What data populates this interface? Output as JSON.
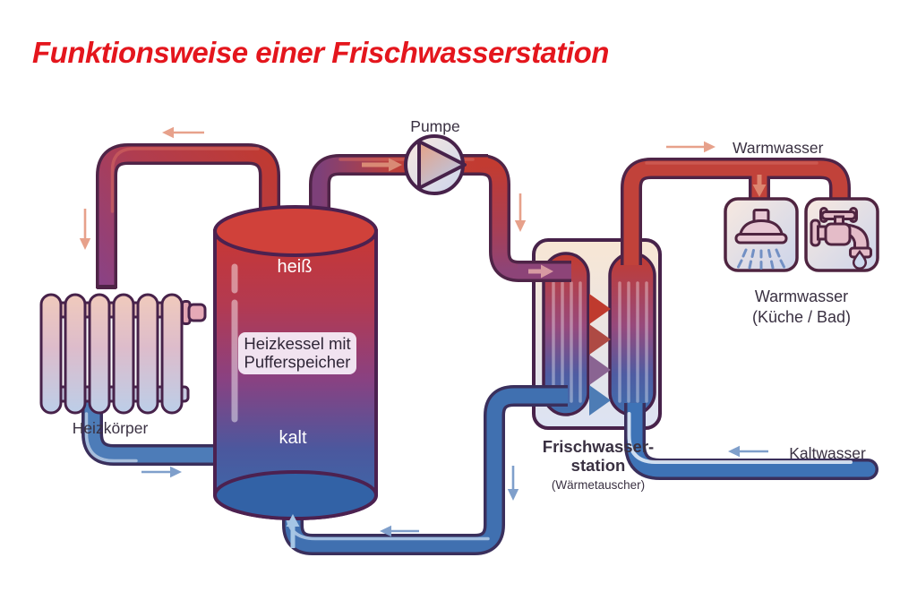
{
  "title": "Funktionsweise einer Frischwasserstation",
  "pump": {
    "label": "Pumpe"
  },
  "radiator": {
    "label": "Heizkörper"
  },
  "tank": {
    "hot_label": "heiß",
    "cold_label": "kalt",
    "name_line1": "Heizkessel mit",
    "name_line2": "Pufferspeicher"
  },
  "station": {
    "line1": "Frischwasser-",
    "line2": "station",
    "line3": "(Wärmetauscher)"
  },
  "warm_water": {
    "pipe_label": "Warmwasser",
    "outlets_line1": "Warmwasser",
    "outlets_line2": "(Küche / Bad)"
  },
  "cold_water": {
    "label": "Kaltwasser"
  },
  "icons": {
    "pump": "pump-triangle-icon",
    "radiator": "radiator-icon",
    "shower": "shower-icon",
    "faucet": "faucet-icon",
    "droplet": "droplet-icon"
  },
  "colors": {
    "title_red": "#e4161d",
    "hot_pipe": "#c03a31",
    "cold_pipe": "#3d6fb0",
    "purple_transition": "#8a4284",
    "outline_dark": "#4f2447",
    "arrow_warm": "#e7a18b",
    "arrow_cold": "#7f9fcb",
    "text_dark": "#3a3142"
  }
}
